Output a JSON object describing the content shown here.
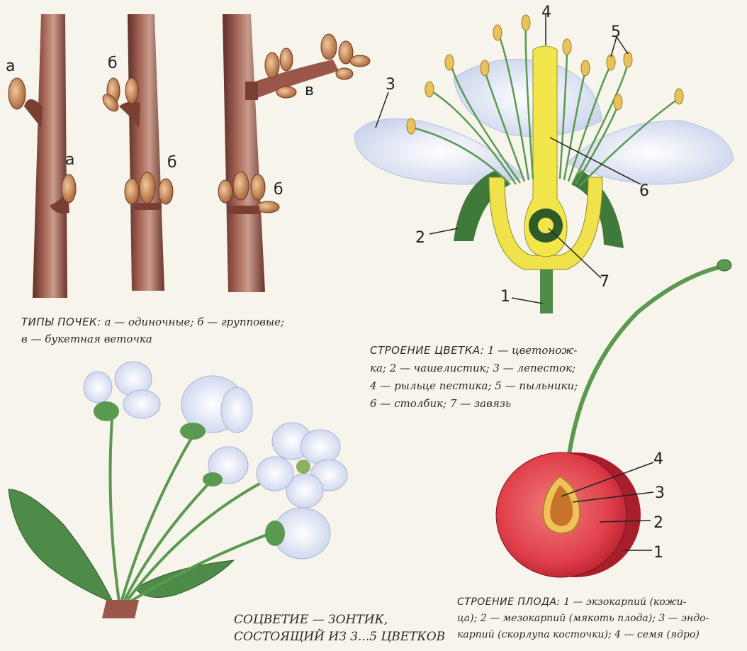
{
  "buds": {
    "labels": {
      "a": "а",
      "b": "б",
      "v": "в"
    },
    "caption": {
      "head": "ТИПЫ ПОЧЕК:",
      "line1_rest": " а — одиночные; б — групповые;",
      "line2": "в — букетная веточка"
    }
  },
  "flower": {
    "numbers": [
      "1",
      "2",
      "3",
      "4",
      "5",
      "6",
      "7"
    ],
    "caption": {
      "head": "СТРОЕНИЕ ЦВЕТКА:",
      "line1_rest": " 1 — цветонож-",
      "line2": "ка; 2 — чашелистик; 3 — лепесток;",
      "line3": "4 — рыльце пестика; 5 — пыльники;",
      "line4": "6 — столбик; 7 — завязь"
    }
  },
  "inflorescence": {
    "caption": {
      "line1": "СОЦВЕТИЕ — ЗОНТИК,",
      "line2": "СОСТОЯЩИЙ ИЗ 3...5 ЦВЕТКОВ"
    }
  },
  "fruit": {
    "numbers": [
      "1",
      "2",
      "3",
      "4"
    ],
    "caption": {
      "head": "СТРОЕНИЕ ПЛОДА:",
      "line1_rest": " 1 — экзокарпий (кожи-",
      "line2": "ца); 2 — мезокарпий (мякоть плода); 3 — эндо-",
      "line3": "карпий (скорлупа косточки); 4 — семя (ядро)"
    }
  },
  "colors": {
    "bark": "#8a4a3e",
    "bud": "#c98a55",
    "petal": "#e6ecf8",
    "pistil": "#f2e64a",
    "sepal": "#3f7a3a",
    "stem": "#4f8a46",
    "cherry": "#d9313e",
    "pit": "#e0a93a"
  }
}
